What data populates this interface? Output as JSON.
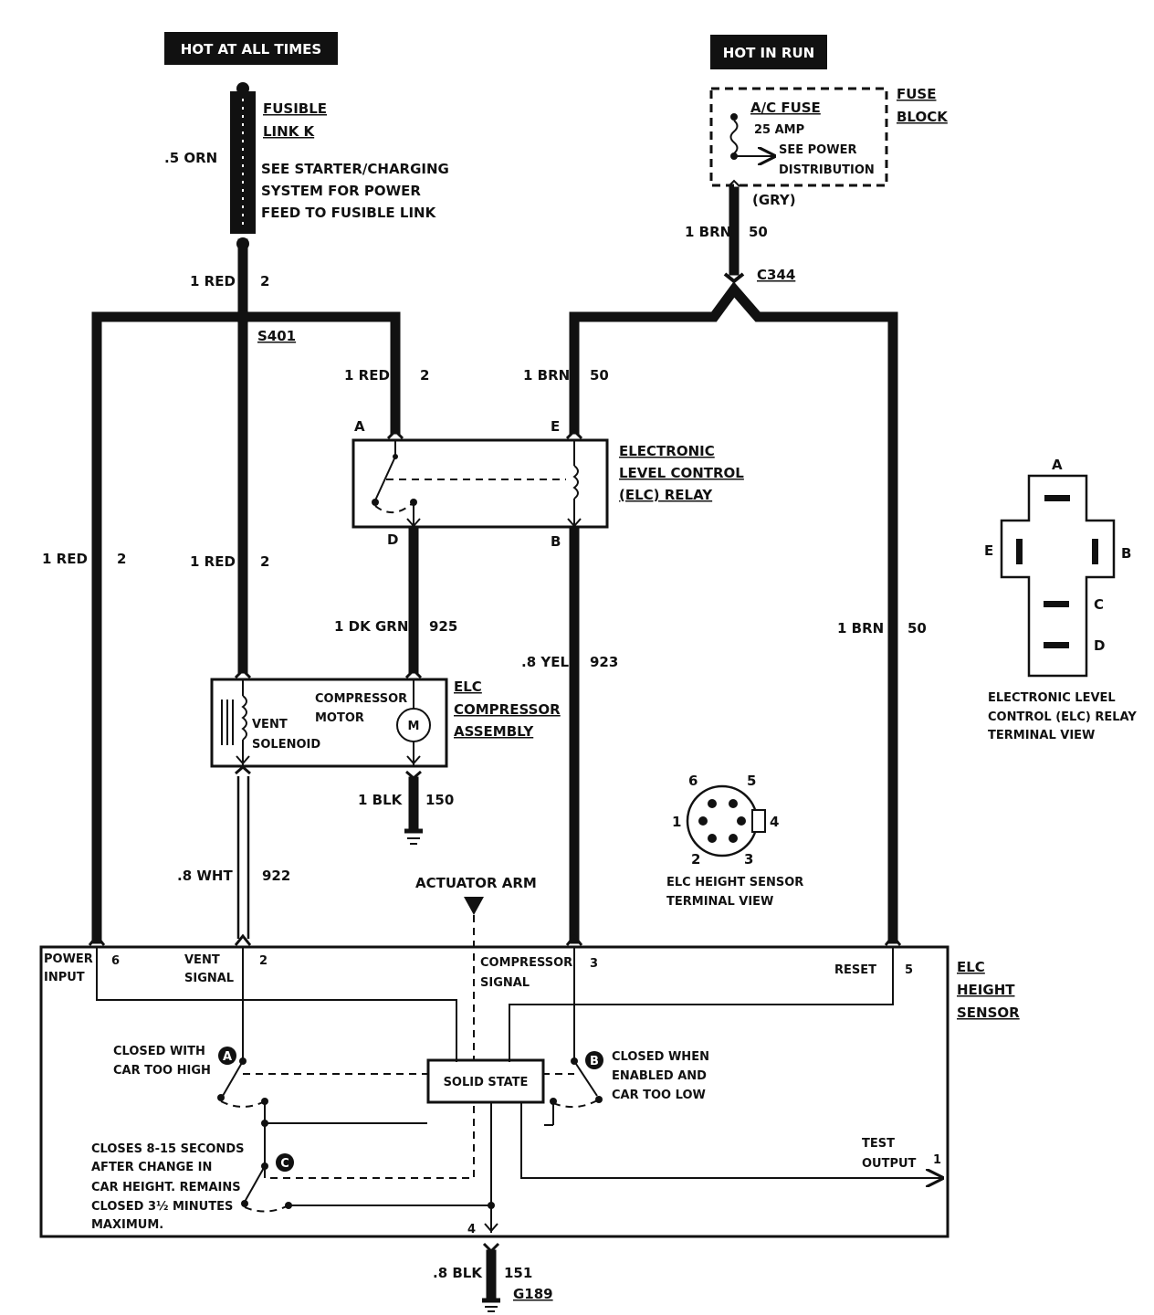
{
  "headers": {
    "hot_at_all_times": "HOT AT ALL TIMES",
    "hot_in_run": "HOT IN RUN"
  },
  "fusible_link": {
    "name_line1": "FUSIBLE",
    "name_line2": "LINK K",
    "wire": ".5 ORN",
    "note_line1": "SEE STARTER/CHARGING",
    "note_line2": "SYSTEM FOR POWER",
    "note_line3": "FEED TO FUSIBLE LINK"
  },
  "fuse_block": {
    "fuse_name": "A/C FUSE",
    "rating": "25 AMP",
    "see_line1": "SEE POWER",
    "see_line2": "DISTRIBUTION",
    "label_line1": "FUSE",
    "label_line2": "BLOCK",
    "connector_color": "(GRY)"
  },
  "wires": {
    "w_red_top_color": "1 RED",
    "w_red_top_num": "2",
    "w_brn_top_color": "1 BRN",
    "w_brn_top_num": "50",
    "connector_c344": "C344",
    "splice_s401": "S401",
    "w_red_relay_color": "1 RED",
    "w_red_relay_num": "2",
    "w_brn_relay_color": "1 BRN",
    "w_brn_relay_num": "50",
    "w_red_left_color": "1 RED",
    "w_red_left_num": "2",
    "w_red_mid_color": "1 RED",
    "w_red_mid_num": "2",
    "w_dkgrn_color": "1 DK GRN",
    "w_dkgrn_num": "925",
    "w_yel_color": ".8 YEL",
    "w_yel_num": "923",
    "w_brn_right_color": "1 BRN",
    "w_brn_right_num": "50",
    "w_blk_color": "1 BLK",
    "w_blk_num": "150",
    "w_wht_color": ".8 WHT",
    "w_wht_num": "922",
    "w_blk_bottom_color": ".8 BLK",
    "w_blk_bottom_num": "151",
    "ground_g189": "G189"
  },
  "relay": {
    "name_line1": "ELECTRONIC",
    "name_line2": "LEVEL CONTROL",
    "name_line3": "(ELC) RELAY",
    "pin_a": "A",
    "pin_e": "E",
    "pin_d": "D",
    "pin_b": "B"
  },
  "compressor": {
    "name_line1": "ELC",
    "name_line2": "COMPRESSOR",
    "name_line3": "ASSEMBLY",
    "motor_line1": "COMPRESSOR",
    "motor_line2": "MOTOR",
    "motor_symbol": "M",
    "vent_line1": "VENT",
    "vent_line2": "SOLENOID"
  },
  "relay_terminal_view": {
    "pin_a": "A",
    "pin_b": "B",
    "pin_c": "C",
    "pin_d": "D",
    "pin_e": "E",
    "caption_line1": "ELECTRONIC LEVEL",
    "caption_line2": "CONTROL (ELC) RELAY",
    "caption_line3": "TERMINAL VIEW"
  },
  "sensor_terminal_view": {
    "pins": [
      "1",
      "2",
      "3",
      "4",
      "5",
      "6"
    ],
    "caption_line1": "ELC HEIGHT SENSOR",
    "caption_line2": "TERMINAL VIEW"
  },
  "height_sensor": {
    "actuator": "ACTUATOR ARM",
    "name_line1": "ELC",
    "name_line2": "HEIGHT",
    "name_line3": "SENSOR",
    "power_line1": "POWER",
    "power_line2": "INPUT",
    "pin_6": "6",
    "vent_line1": "VENT",
    "vent_line2": "SIGNAL",
    "pin_2": "2",
    "comp_line1": "COMPRESSOR",
    "comp_line2": "SIGNAL",
    "pin_3": "3",
    "reset": "RESET",
    "pin_5": "5",
    "switch_a": "A",
    "switch_b": "B",
    "switch_c": "C",
    "closed_high_line1": "CLOSED WITH",
    "closed_high_line2": "CAR TOO HIGH",
    "closed_low_line1": "CLOSED WHEN",
    "closed_low_line2": "ENABLED AND",
    "closed_low_line3": "CAR TOO LOW",
    "solid_state": "SOLID STATE",
    "c_note_line1": "CLOSES 8-15 SECONDS",
    "c_note_line2": "AFTER CHANGE IN",
    "c_note_line3": "CAR HEIGHT.  REMAINS",
    "c_note_line4": "CLOSED 3½ MINUTES",
    "c_note_line5": "MAXIMUM.",
    "test_line1": "TEST",
    "test_line2": "OUTPUT",
    "pin_1": "1",
    "pin_4": "4"
  }
}
